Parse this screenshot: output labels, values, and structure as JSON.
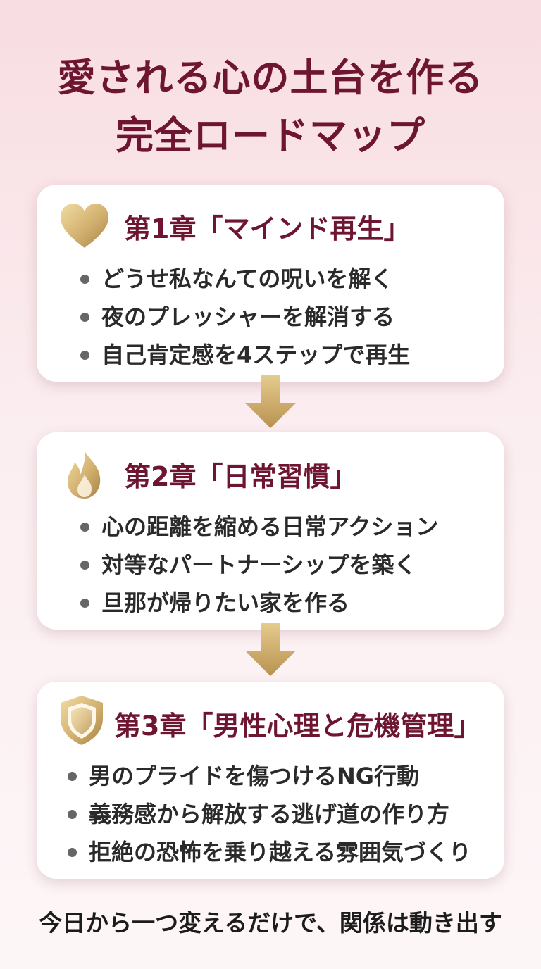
{
  "title": {
    "line1": "愛される心の土台を作る",
    "line2": "完全ロードマップ"
  },
  "colors": {
    "title": "#6e1631",
    "gold_light": "#f1dca4",
    "gold_dark": "#b28c4a",
    "bullet_text": "#2a2a2a",
    "background_top": "#f8dde2"
  },
  "chapters": [
    {
      "icon": "heart-icon",
      "title": "第1章「マインド再生」",
      "items": [
        "どうせ私なんての呪いを解く",
        "夜のプレッシャーを解消する",
        "自己肯定感を4ステップで再生"
      ]
    },
    {
      "icon": "flame-icon",
      "title": "第2章「日常習慣」",
      "items": [
        "心の距離を縮める日常アクション",
        "対等なパートナーシップを築く",
        "旦那が帰りたい家を作る"
      ]
    },
    {
      "icon": "shield-icon",
      "title": "第3章「男性心理と危機管理」",
      "items": [
        "男のプライドを傷つけるNG行動",
        "義務感から解放する逃げ道の作り方",
        "拒絶の恐怖を乗り越える雰囲気づくり"
      ]
    }
  ],
  "footer": "今日から一つ変えるだけで、関係は動き出す"
}
